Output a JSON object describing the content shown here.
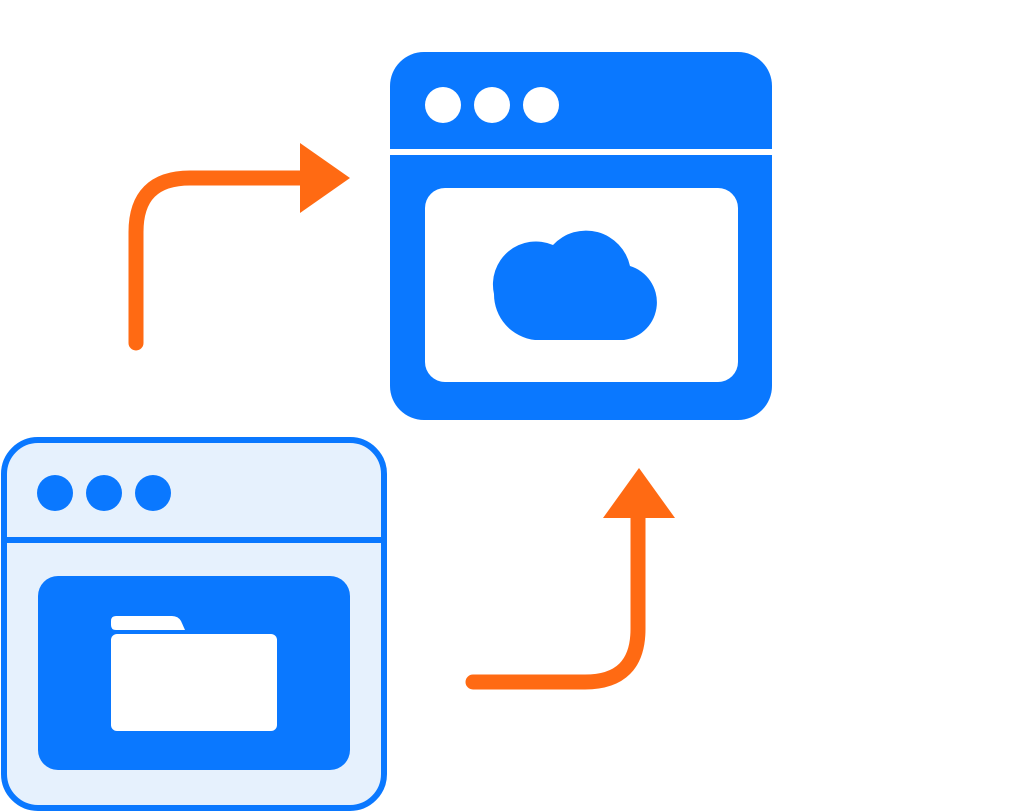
{
  "colors": {
    "primary_blue": "#0A78FF",
    "light_blue_fill": "#E6F1FD",
    "orange": "#FF6A13",
    "white": "#FFFFFF"
  },
  "elements": {
    "cloud_window": {
      "icon": "cloud-icon",
      "title_dots": 3
    },
    "local_window": {
      "icon": "folder-icon",
      "title_dots": 3
    },
    "arrows": [
      {
        "name": "arrow-up-right",
        "direction": "up-then-right"
      },
      {
        "name": "arrow-right-up",
        "direction": "right-then-up"
      }
    ]
  }
}
